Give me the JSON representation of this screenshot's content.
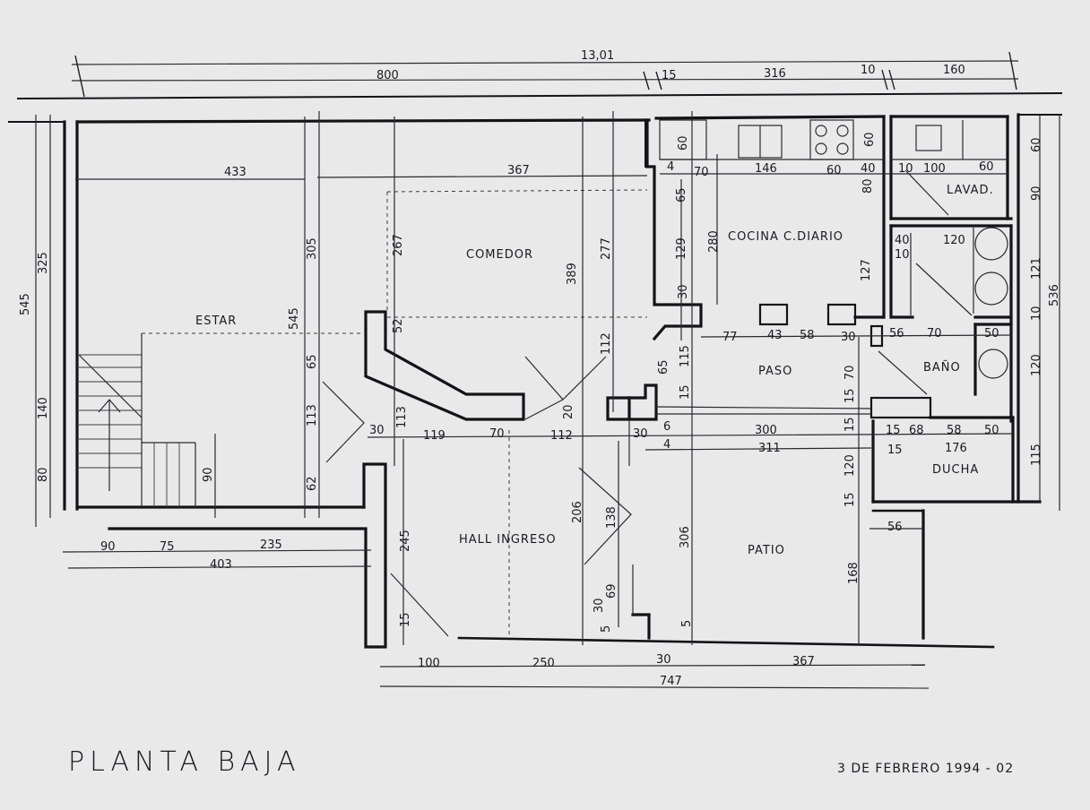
{
  "drawing": {
    "title": "PLANTA BAJA",
    "date_note": "3 DE FEBRERO 1994 - 02",
    "paper_color": "#e9e9ea",
    "ink_color": "#1b1b1d"
  },
  "rooms": {
    "estar": "ESTAR",
    "comedor": "COMEDOR",
    "cocina": "COCINA C.DIARIO",
    "lavad": "LAVAD.",
    "paso": "PASO",
    "bano": "BAÑO",
    "ducha": "DUCHA",
    "hall": "HALL INGRESO",
    "patio": "PATIO"
  },
  "dims": {
    "top_total": "13,01",
    "top_800": "800",
    "top_15": "15",
    "top_316": "316",
    "top_10": "10",
    "top_160": "160",
    "estar_433": "433",
    "comedor_367": "367",
    "left_545": "545",
    "left_325": "325",
    "left_140": "140",
    "left_80": "80",
    "estar_305": "305",
    "estar_545": "545",
    "estar_65": "65",
    "estar_113": "113",
    "estar_62": "62",
    "stair_90": "90",
    "bottom_90": "90",
    "bottom_75": "75",
    "bottom_235": "235",
    "bottom_403": "403",
    "com_267": "267",
    "com_52": "52",
    "com_389": "389",
    "com_277": "277",
    "com_112": "112",
    "row_30": "30",
    "row_119": "119",
    "row_70": "70",
    "row_112": "112",
    "row_113": "113",
    "row_20": "20",
    "hall_245": "245",
    "hall_15": "15",
    "hall_206": "206",
    "hall_138": "138",
    "hall_69": "69",
    "hall_30": "30",
    "hall_5": "5",
    "coc_60a": "60",
    "coc_4": "4",
    "coc_70": "70",
    "coc_146": "146",
    "coc_60b": "60",
    "coc_40": "40",
    "coc_10": "10",
    "coc_100": "100",
    "coc_60c": "60",
    "coc_60d": "60",
    "coc_80": "80",
    "coc_65": "65",
    "coc_280": "280",
    "coc_129": "129",
    "coc_30": "30",
    "coc_127": "127",
    "coc_77": "77",
    "coc_43": "43",
    "coc_58": "58",
    "coc_30b": "30",
    "bano_40": "40",
    "bano_10": "10",
    "bano_120": "120",
    "bano_56": "56",
    "bano_70": "70",
    "bano_50": "50",
    "bano_70v": "70",
    "bano_15a": "15",
    "bano_15b": "15",
    "right_60": "60",
    "right_90": "90",
    "right_121": "121",
    "right_10": "10",
    "right_120": "120",
    "right_115": "115",
    "right_536": "536",
    "paso_65": "65",
    "paso_115": "115",
    "paso_15": "15",
    "paso_300": "300",
    "paso_311": "311",
    "paso_30": "30",
    "paso_6": "6",
    "paso_4": "4",
    "ducha_15": "15",
    "ducha_68": "68",
    "ducha_58": "58",
    "ducha_50": "50",
    "ducha_176": "176",
    "ducha_15b": "15",
    "ducha_120": "120",
    "ducha_15c": "15",
    "patio_306": "306",
    "patio_168": "168",
    "patio_56": "56",
    "patio_5": "5",
    "bot_100": "100",
    "bot_250": "250",
    "bot_30": "30",
    "bot_367": "367",
    "bot_747": "747"
  }
}
